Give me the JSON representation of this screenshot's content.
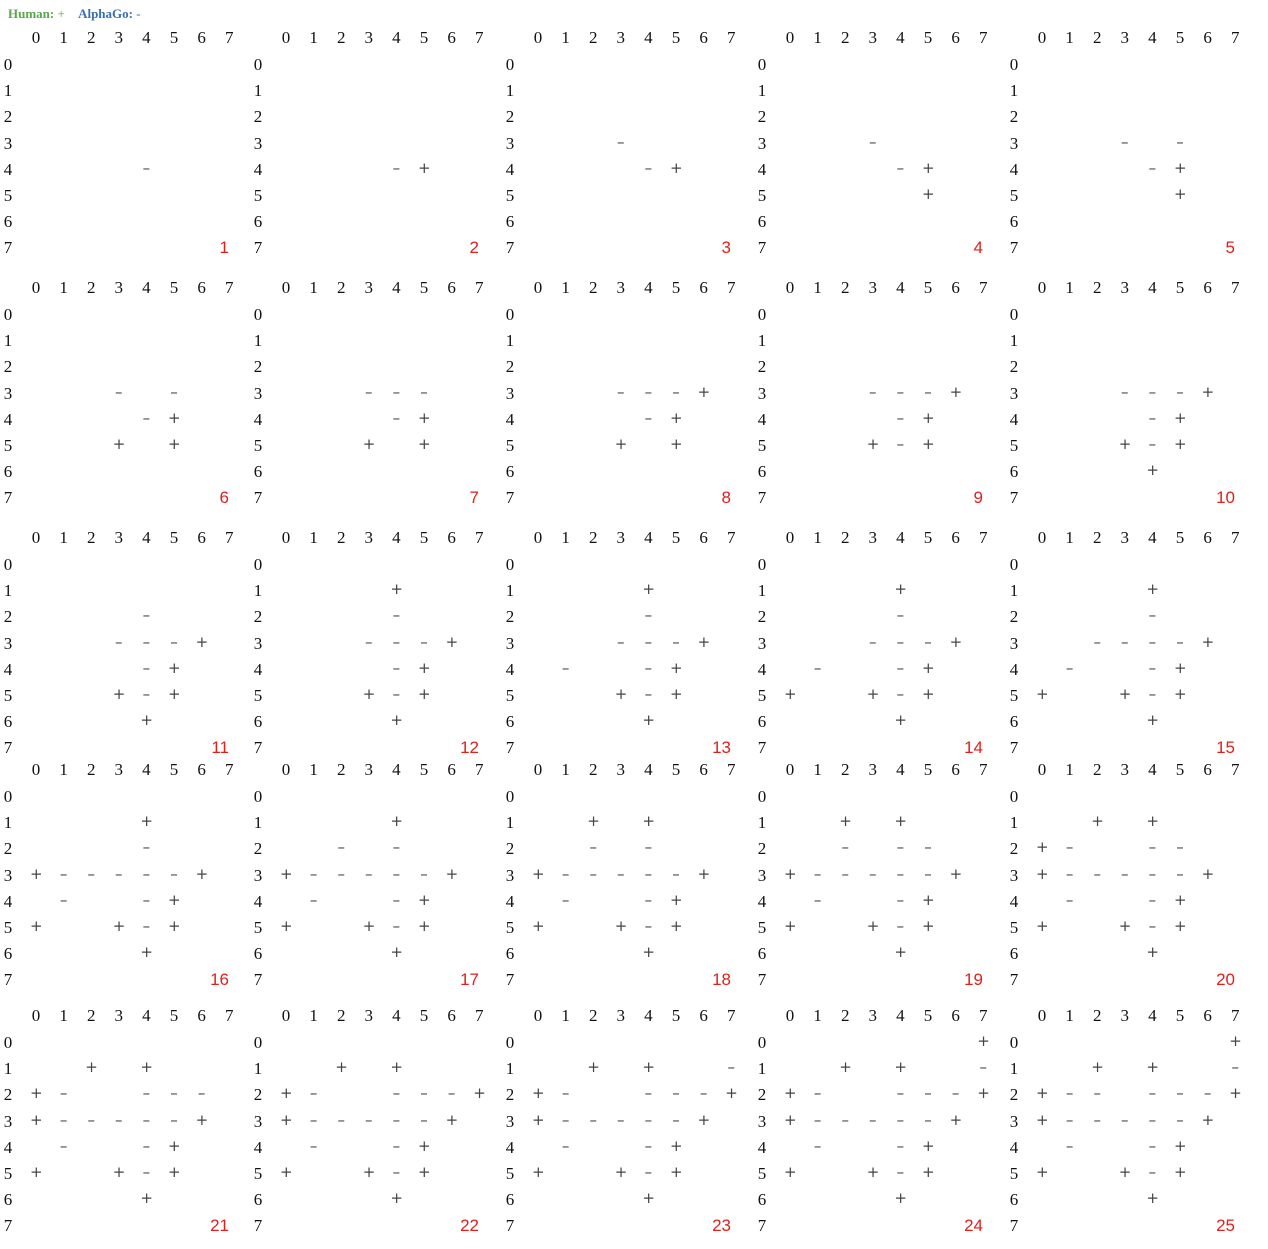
{
  "legend": {
    "human_label": "Human:",
    "human_symbol": "+",
    "alphago_label": "AlphaGo:",
    "alphago_symbol": "-",
    "human_color": "#5aa84a",
    "alphago_color": "#3a6fb0"
  },
  "axis_labels": [
    "0",
    "1",
    "2",
    "3",
    "4",
    "5",
    "6",
    "7"
  ],
  "move_number_color": "#e0201b",
  "boards": [
    {
      "number": "1",
      "plus": [],
      "minus": [
        [
          4,
          4
        ]
      ]
    },
    {
      "number": "2",
      "plus": [
        [
          4,
          5
        ]
      ],
      "minus": [
        [
          4,
          4
        ]
      ]
    },
    {
      "number": "3",
      "plus": [
        [
          4,
          5
        ]
      ],
      "minus": [
        [
          3,
          3
        ],
        [
          4,
          4
        ]
      ]
    },
    {
      "number": "4",
      "plus": [
        [
          4,
          5
        ],
        [
          5,
          5
        ]
      ],
      "minus": [
        [
          3,
          3
        ],
        [
          4,
          4
        ]
      ]
    },
    {
      "number": "5",
      "plus": [
        [
          4,
          5
        ],
        [
          5,
          5
        ]
      ],
      "minus": [
        [
          3,
          3
        ],
        [
          3,
          5
        ],
        [
          4,
          4
        ]
      ]
    },
    {
      "number": "6",
      "plus": [
        [
          4,
          5
        ],
        [
          5,
          3
        ],
        [
          5,
          5
        ]
      ],
      "minus": [
        [
          3,
          3
        ],
        [
          3,
          5
        ],
        [
          4,
          4
        ]
      ]
    },
    {
      "number": "7",
      "plus": [
        [
          4,
          5
        ],
        [
          5,
          3
        ],
        [
          5,
          5
        ]
      ],
      "minus": [
        [
          3,
          3
        ],
        [
          3,
          4
        ],
        [
          3,
          5
        ],
        [
          4,
          4
        ]
      ]
    },
    {
      "number": "8",
      "plus": [
        [
          3,
          6
        ],
        [
          4,
          5
        ],
        [
          5,
          3
        ],
        [
          5,
          5
        ]
      ],
      "minus": [
        [
          3,
          3
        ],
        [
          3,
          4
        ],
        [
          3,
          5
        ],
        [
          4,
          4
        ]
      ]
    },
    {
      "number": "9",
      "plus": [
        [
          3,
          6
        ],
        [
          4,
          5
        ],
        [
          5,
          3
        ],
        [
          5,
          5
        ]
      ],
      "minus": [
        [
          3,
          3
        ],
        [
          3,
          4
        ],
        [
          3,
          5
        ],
        [
          4,
          4
        ],
        [
          5,
          4
        ]
      ]
    },
    {
      "number": "10",
      "plus": [
        [
          3,
          6
        ],
        [
          4,
          5
        ],
        [
          5,
          3
        ],
        [
          5,
          5
        ],
        [
          6,
          4
        ]
      ],
      "minus": [
        [
          3,
          3
        ],
        [
          3,
          4
        ],
        [
          3,
          5
        ],
        [
          4,
          4
        ],
        [
          5,
          4
        ]
      ]
    },
    {
      "number": "11",
      "plus": [
        [
          3,
          6
        ],
        [
          4,
          5
        ],
        [
          5,
          3
        ],
        [
          5,
          5
        ],
        [
          6,
          4
        ]
      ],
      "minus": [
        [
          2,
          4
        ],
        [
          3,
          3
        ],
        [
          3,
          4
        ],
        [
          3,
          5
        ],
        [
          4,
          4
        ],
        [
          5,
          4
        ]
      ]
    },
    {
      "number": "12",
      "plus": [
        [
          1,
          4
        ],
        [
          3,
          6
        ],
        [
          4,
          5
        ],
        [
          5,
          3
        ],
        [
          5,
          5
        ],
        [
          6,
          4
        ]
      ],
      "minus": [
        [
          2,
          4
        ],
        [
          3,
          3
        ],
        [
          3,
          4
        ],
        [
          3,
          5
        ],
        [
          4,
          4
        ],
        [
          5,
          4
        ]
      ]
    },
    {
      "number": "13",
      "plus": [
        [
          1,
          4
        ],
        [
          3,
          6
        ],
        [
          4,
          5
        ],
        [
          5,
          3
        ],
        [
          5,
          5
        ],
        [
          6,
          4
        ]
      ],
      "minus": [
        [
          2,
          4
        ],
        [
          3,
          3
        ],
        [
          3,
          4
        ],
        [
          3,
          5
        ],
        [
          4,
          1
        ],
        [
          4,
          4
        ],
        [
          5,
          4
        ]
      ]
    },
    {
      "number": "14",
      "plus": [
        [
          1,
          4
        ],
        [
          3,
          6
        ],
        [
          4,
          5
        ],
        [
          5,
          0
        ],
        [
          5,
          3
        ],
        [
          5,
          5
        ],
        [
          6,
          4
        ]
      ],
      "minus": [
        [
          2,
          4
        ],
        [
          3,
          3
        ],
        [
          3,
          4
        ],
        [
          3,
          5
        ],
        [
          4,
          1
        ],
        [
          4,
          4
        ],
        [
          5,
          4
        ]
      ]
    },
    {
      "number": "15",
      "plus": [
        [
          1,
          4
        ],
        [
          3,
          6
        ],
        [
          4,
          5
        ],
        [
          5,
          0
        ],
        [
          5,
          3
        ],
        [
          5,
          5
        ],
        [
          6,
          4
        ]
      ],
      "minus": [
        [
          2,
          4
        ],
        [
          3,
          2
        ],
        [
          3,
          3
        ],
        [
          3,
          4
        ],
        [
          3,
          5
        ],
        [
          4,
          1
        ],
        [
          4,
          4
        ],
        [
          5,
          4
        ]
      ]
    },
    {
      "number": "16",
      "plus": [
        [
          1,
          4
        ],
        [
          3,
          0
        ],
        [
          3,
          6
        ],
        [
          4,
          5
        ],
        [
          5,
          0
        ],
        [
          5,
          3
        ],
        [
          5,
          5
        ],
        [
          6,
          4
        ]
      ],
      "minus": [
        [
          2,
          4
        ],
        [
          3,
          1
        ],
        [
          3,
          2
        ],
        [
          3,
          3
        ],
        [
          3,
          4
        ],
        [
          3,
          5
        ],
        [
          4,
          1
        ],
        [
          4,
          4
        ],
        [
          5,
          4
        ]
      ]
    },
    {
      "number": "17",
      "plus": [
        [
          1,
          4
        ],
        [
          3,
          0
        ],
        [
          3,
          6
        ],
        [
          4,
          5
        ],
        [
          5,
          0
        ],
        [
          5,
          3
        ],
        [
          5,
          5
        ],
        [
          6,
          4
        ]
      ],
      "minus": [
        [
          2,
          2
        ],
        [
          2,
          4
        ],
        [
          3,
          1
        ],
        [
          3,
          2
        ],
        [
          3,
          3
        ],
        [
          3,
          4
        ],
        [
          3,
          5
        ],
        [
          4,
          1
        ],
        [
          4,
          4
        ],
        [
          5,
          4
        ]
      ]
    },
    {
      "number": "18",
      "plus": [
        [
          1,
          2
        ],
        [
          1,
          4
        ],
        [
          3,
          0
        ],
        [
          3,
          6
        ],
        [
          4,
          5
        ],
        [
          5,
          0
        ],
        [
          5,
          3
        ],
        [
          5,
          5
        ],
        [
          6,
          4
        ]
      ],
      "minus": [
        [
          2,
          2
        ],
        [
          2,
          4
        ],
        [
          3,
          1
        ],
        [
          3,
          2
        ],
        [
          3,
          3
        ],
        [
          3,
          4
        ],
        [
          3,
          5
        ],
        [
          4,
          1
        ],
        [
          4,
          4
        ],
        [
          5,
          4
        ]
      ]
    },
    {
      "number": "19",
      "plus": [
        [
          1,
          2
        ],
        [
          1,
          4
        ],
        [
          3,
          0
        ],
        [
          3,
          6
        ],
        [
          4,
          5
        ],
        [
          5,
          0
        ],
        [
          5,
          3
        ],
        [
          5,
          5
        ],
        [
          6,
          4
        ]
      ],
      "minus": [
        [
          2,
          2
        ],
        [
          2,
          4
        ],
        [
          2,
          5
        ],
        [
          3,
          1
        ],
        [
          3,
          2
        ],
        [
          3,
          3
        ],
        [
          3,
          4
        ],
        [
          3,
          5
        ],
        [
          4,
          1
        ],
        [
          4,
          4
        ],
        [
          5,
          4
        ]
      ]
    },
    {
      "number": "20",
      "plus": [
        [
          1,
          2
        ],
        [
          1,
          4
        ],
        [
          2,
          0
        ],
        [
          3,
          0
        ],
        [
          3,
          6
        ],
        [
          4,
          5
        ],
        [
          5,
          0
        ],
        [
          5,
          3
        ],
        [
          5,
          5
        ],
        [
          6,
          4
        ]
      ],
      "minus": [
        [
          2,
          1
        ],
        [
          2,
          4
        ],
        [
          2,
          5
        ],
        [
          3,
          1
        ],
        [
          3,
          2
        ],
        [
          3,
          3
        ],
        [
          3,
          4
        ],
        [
          3,
          5
        ],
        [
          4,
          1
        ],
        [
          4,
          4
        ],
        [
          5,
          4
        ]
      ]
    },
    {
      "number": "21",
      "plus": [
        [
          1,
          2
        ],
        [
          1,
          4
        ],
        [
          2,
          0
        ],
        [
          3,
          0
        ],
        [
          3,
          6
        ],
        [
          4,
          5
        ],
        [
          5,
          0
        ],
        [
          5,
          3
        ],
        [
          5,
          5
        ],
        [
          6,
          4
        ]
      ],
      "minus": [
        [
          2,
          1
        ],
        [
          2,
          4
        ],
        [
          2,
          5
        ],
        [
          2,
          6
        ],
        [
          3,
          1
        ],
        [
          3,
          2
        ],
        [
          3,
          3
        ],
        [
          3,
          4
        ],
        [
          3,
          5
        ],
        [
          4,
          1
        ],
        [
          4,
          4
        ],
        [
          5,
          4
        ]
      ]
    },
    {
      "number": "22",
      "plus": [
        [
          1,
          2
        ],
        [
          1,
          4
        ],
        [
          2,
          0
        ],
        [
          2,
          7
        ],
        [
          3,
          0
        ],
        [
          3,
          6
        ],
        [
          4,
          5
        ],
        [
          5,
          0
        ],
        [
          5,
          3
        ],
        [
          5,
          5
        ],
        [
          6,
          4
        ]
      ],
      "minus": [
        [
          2,
          1
        ],
        [
          2,
          4
        ],
        [
          2,
          5
        ],
        [
          2,
          6
        ],
        [
          3,
          1
        ],
        [
          3,
          2
        ],
        [
          3,
          3
        ],
        [
          3,
          4
        ],
        [
          3,
          5
        ],
        [
          4,
          1
        ],
        [
          4,
          4
        ],
        [
          5,
          4
        ]
      ]
    },
    {
      "number": "23",
      "plus": [
        [
          1,
          2
        ],
        [
          1,
          4
        ],
        [
          2,
          0
        ],
        [
          2,
          7
        ],
        [
          3,
          0
        ],
        [
          3,
          6
        ],
        [
          4,
          5
        ],
        [
          5,
          0
        ],
        [
          5,
          3
        ],
        [
          5,
          5
        ],
        [
          6,
          4
        ]
      ],
      "minus": [
        [
          1,
          7
        ],
        [
          2,
          1
        ],
        [
          2,
          4
        ],
        [
          2,
          5
        ],
        [
          2,
          6
        ],
        [
          3,
          1
        ],
        [
          3,
          2
        ],
        [
          3,
          3
        ],
        [
          3,
          4
        ],
        [
          3,
          5
        ],
        [
          4,
          1
        ],
        [
          4,
          4
        ],
        [
          5,
          4
        ]
      ]
    },
    {
      "number": "24",
      "plus": [
        [
          0,
          7
        ],
        [
          1,
          2
        ],
        [
          1,
          4
        ],
        [
          2,
          0
        ],
        [
          2,
          7
        ],
        [
          3,
          0
        ],
        [
          3,
          6
        ],
        [
          4,
          5
        ],
        [
          5,
          0
        ],
        [
          5,
          3
        ],
        [
          5,
          5
        ],
        [
          6,
          4
        ]
      ],
      "minus": [
        [
          1,
          7
        ],
        [
          2,
          1
        ],
        [
          2,
          4
        ],
        [
          2,
          5
        ],
        [
          2,
          6
        ],
        [
          3,
          1
        ],
        [
          3,
          2
        ],
        [
          3,
          3
        ],
        [
          3,
          4
        ],
        [
          3,
          5
        ],
        [
          4,
          1
        ],
        [
          4,
          4
        ],
        [
          5,
          4
        ]
      ]
    },
    {
      "number": "25",
      "plus": [
        [
          0,
          7
        ],
        [
          1,
          2
        ],
        [
          1,
          4
        ],
        [
          2,
          0
        ],
        [
          2,
          7
        ],
        [
          3,
          0
        ],
        [
          3,
          6
        ],
        [
          4,
          5
        ],
        [
          5,
          0
        ],
        [
          5,
          3
        ],
        [
          5,
          5
        ],
        [
          6,
          4
        ]
      ],
      "minus": [
        [
          1,
          7
        ],
        [
          2,
          1
        ],
        [
          2,
          2
        ],
        [
          2,
          4
        ],
        [
          2,
          5
        ],
        [
          2,
          6
        ],
        [
          3,
          1
        ],
        [
          3,
          2
        ],
        [
          3,
          3
        ],
        [
          3,
          4
        ],
        [
          3,
          5
        ],
        [
          4,
          1
        ],
        [
          4,
          4
        ],
        [
          5,
          4
        ]
      ]
    }
  ]
}
